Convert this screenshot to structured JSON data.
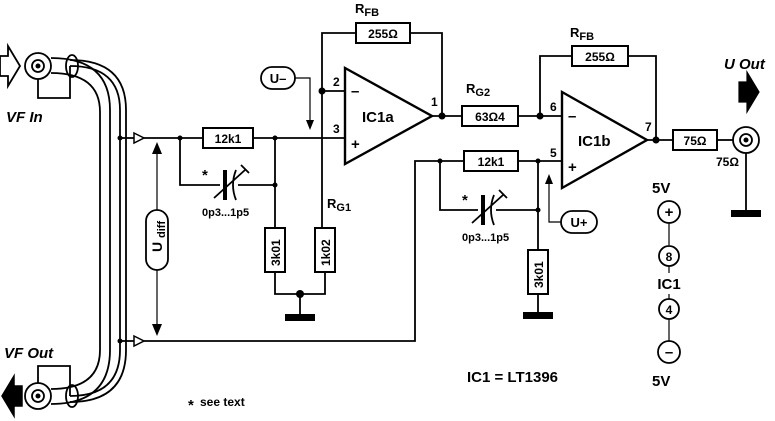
{
  "components": {
    "rfb1": {
      "label": "R",
      "sub": "FB",
      "value": "255Ω"
    },
    "rfb2": {
      "label": "R",
      "sub": "FB",
      "value": "255Ω"
    },
    "rg2": {
      "label": "R",
      "sub": "G2",
      "value": "63Ω4"
    },
    "rg1": {
      "label": "R",
      "sub": "G1",
      "value": "1k02"
    },
    "r12k_a": {
      "value": "12k1"
    },
    "r12k_b": {
      "value": "12k1"
    },
    "r3k_a": {
      "value": "3k01"
    },
    "r3k_b": {
      "value": "3k01"
    },
    "r75": {
      "value": "75Ω"
    },
    "r75_term": {
      "value": "75Ω"
    },
    "cap1": {
      "value": "0p3...1p5"
    },
    "cap2": {
      "value": "0p3...1p5"
    },
    "ic1a": {
      "name": "IC1a"
    },
    "ic1b": {
      "name": "IC1b"
    }
  },
  "pins": {
    "p2": "2",
    "p3": "3",
    "p1": "1",
    "p6": "6",
    "p5": "5",
    "p7": "7",
    "p8": "8",
    "p4": "4"
  },
  "signs": {
    "minus": "–",
    "plus": "+"
  },
  "labels": {
    "vf_in": "VF In",
    "vf_out": "VF Out",
    "u_out": "U Out",
    "u_minus": "U–",
    "u_plus": "U+",
    "u_diff_main": "U",
    "u_diff_sub": "diff",
    "star": "*",
    "see_text": "see text",
    "ic_part": "IC1 = LT1396",
    "supply_top": "5V",
    "supply_bottom": "5V",
    "ic1": "IC1"
  }
}
